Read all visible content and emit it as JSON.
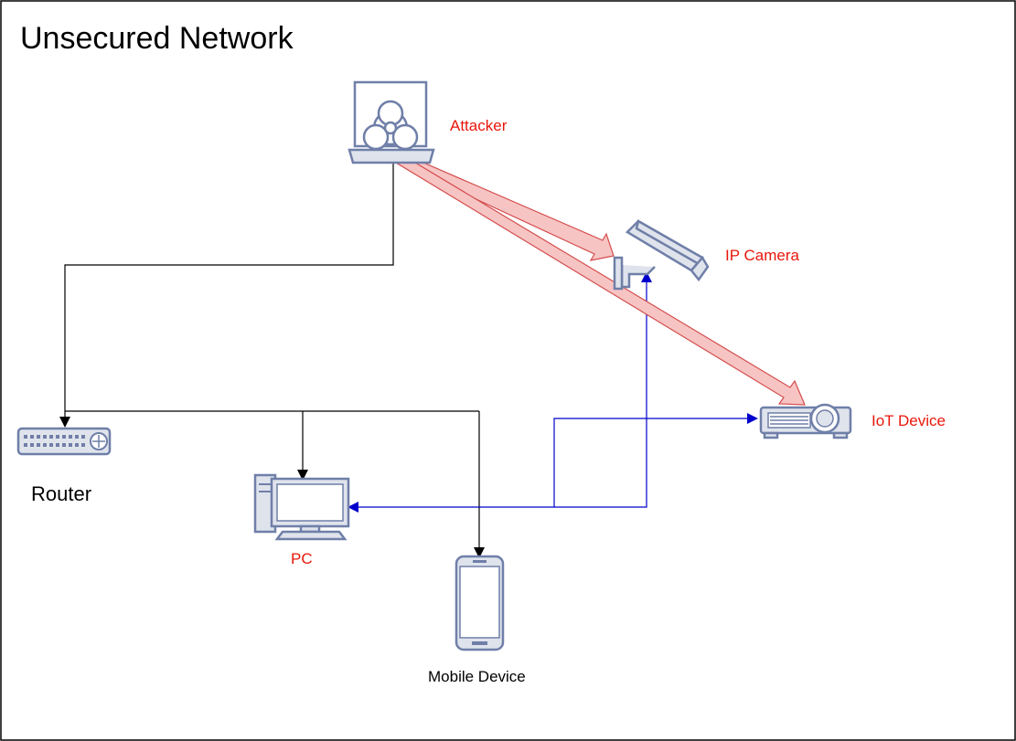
{
  "diagram": {
    "title": "Unsecured Network",
    "colors": {
      "border": "#000000",
      "connector": "#000000",
      "internal_link": "#0000cc",
      "attack_arrow_fill": "#f7c4c4",
      "attack_arrow_stroke": "#d44d4d",
      "red_label": "#e8170b",
      "icon_stroke": "#6f7fa8",
      "icon_fill": "#dfe3ec"
    },
    "nodes": {
      "attacker": {
        "label": "Attacker",
        "icon": "biohazard-laptop-icon"
      },
      "ip_camera": {
        "label": "IP Camera",
        "icon": "security-camera-icon"
      },
      "iot_device": {
        "label": "IoT Device",
        "icon": "projector-icon"
      },
      "router": {
        "label": "Router",
        "icon": "router-icon"
      },
      "pc": {
        "label": "PC",
        "icon": "desktop-computer-icon"
      },
      "mobile": {
        "label": "Mobile Device",
        "icon": "smartphone-icon"
      }
    }
  }
}
